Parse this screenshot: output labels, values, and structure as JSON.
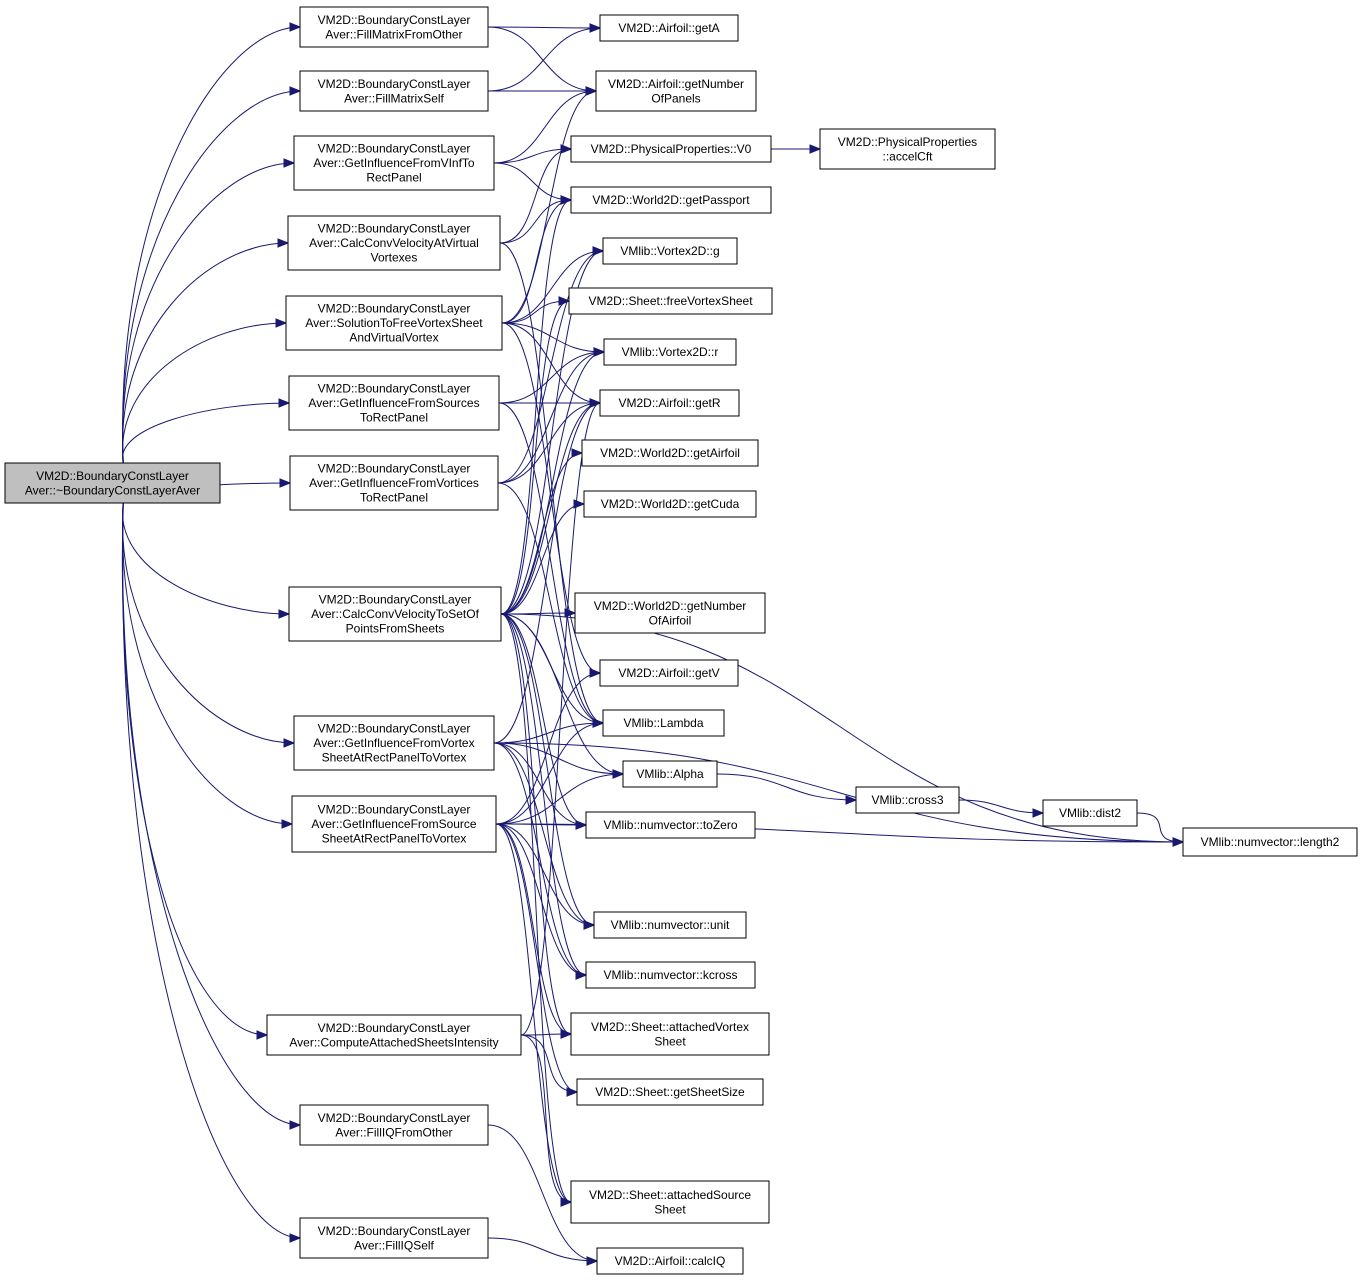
{
  "graph": {
    "root": "root",
    "colors": {
      "edge": "#191970",
      "node_fill": "#ffffff",
      "root_fill": "#bfbfbf",
      "node_border": "#000000"
    },
    "nodes": [
      {
        "id": "root",
        "lines": [
          "VM2D::BoundaryConstLayer",
          "Aver::~BoundaryConstLayerAver"
        ]
      },
      {
        "id": "fillMatrixFromOther",
        "lines": [
          "VM2D::BoundaryConstLayer",
          "Aver::FillMatrixFromOther"
        ]
      },
      {
        "id": "fillMatrixSelf",
        "lines": [
          "VM2D::BoundaryConstLayer",
          "Aver::FillMatrixSelf"
        ]
      },
      {
        "id": "getInfluenceFromVInfToRectPanel",
        "lines": [
          "VM2D::BoundaryConstLayer",
          "Aver::GetInfluenceFromVInfTo",
          "RectPanel"
        ]
      },
      {
        "id": "calcConvVelocityAtVirtualVortexes",
        "lines": [
          "VM2D::BoundaryConstLayer",
          "Aver::CalcConvVelocityAtVirtual",
          "Vortexes"
        ]
      },
      {
        "id": "solutionToFreeVortexSheet",
        "lines": [
          "VM2D::BoundaryConstLayer",
          "Aver::SolutionToFreeVortexSheet",
          "AndVirtualVortex"
        ]
      },
      {
        "id": "getInfluenceFromSources",
        "lines": [
          "VM2D::BoundaryConstLayer",
          "Aver::GetInfluenceFromSources",
          "ToRectPanel"
        ]
      },
      {
        "id": "getInfluenceFromVortices",
        "lines": [
          "VM2D::BoundaryConstLayer",
          "Aver::GetInfluenceFromVortices",
          "ToRectPanel"
        ]
      },
      {
        "id": "calcConvVelocityToSetOfPoints",
        "lines": [
          "VM2D::BoundaryConstLayer",
          "Aver::CalcConvVelocityToSetOf",
          "PointsFromSheets"
        ]
      },
      {
        "id": "getInfluenceFromVortexSheet",
        "lines": [
          "VM2D::BoundaryConstLayer",
          "Aver::GetInfluenceFromVortex",
          "SheetAtRectPanelToVortex"
        ]
      },
      {
        "id": "getInfluenceFromSourceSheet",
        "lines": [
          "VM2D::BoundaryConstLayer",
          "Aver::GetInfluenceFromSource",
          "SheetAtRectPanelToVortex"
        ]
      },
      {
        "id": "computeAttachedSheetsIntensity",
        "lines": [
          "VM2D::BoundaryConstLayer",
          "Aver::ComputeAttachedSheetsIntensity"
        ]
      },
      {
        "id": "fillIQFromOther",
        "lines": [
          "VM2D::BoundaryConstLayer",
          "Aver::FillIQFromOther"
        ]
      },
      {
        "id": "fillIQSelf",
        "lines": [
          "VM2D::BoundaryConstLayer",
          "Aver::FillIQSelf"
        ]
      },
      {
        "id": "airfoilGetA",
        "lines": [
          "VM2D::Airfoil::getA"
        ]
      },
      {
        "id": "airfoilGetNumberOfPanels",
        "lines": [
          "VM2D::Airfoil::getNumber",
          "OfPanels"
        ]
      },
      {
        "id": "physPropV0",
        "lines": [
          "VM2D::PhysicalProperties::V0"
        ]
      },
      {
        "id": "physPropAccelCft",
        "lines": [
          "VM2D::PhysicalProperties",
          "::accelCft"
        ]
      },
      {
        "id": "worldGetPassport",
        "lines": [
          "VM2D::World2D::getPassport"
        ]
      },
      {
        "id": "vortexG",
        "lines": [
          "VMlib::Vortex2D::g"
        ]
      },
      {
        "id": "sheetFreeVortexSheet",
        "lines": [
          "VM2D::Sheet::freeVortexSheet"
        ]
      },
      {
        "id": "vortexR",
        "lines": [
          "VMlib::Vortex2D::r"
        ]
      },
      {
        "id": "airfoilGetR",
        "lines": [
          "VM2D::Airfoil::getR"
        ]
      },
      {
        "id": "worldGetAirfoil",
        "lines": [
          "VM2D::World2D::getAirfoil"
        ]
      },
      {
        "id": "worldGetCuda",
        "lines": [
          "VM2D::World2D::getCuda"
        ]
      },
      {
        "id": "worldGetNumberOfAirfoil",
        "lines": [
          "VM2D::World2D::getNumber",
          "OfAirfoil"
        ]
      },
      {
        "id": "airfoilGetV",
        "lines": [
          "VM2D::Airfoil::getV"
        ]
      },
      {
        "id": "lambda",
        "lines": [
          "VMlib::Lambda"
        ]
      },
      {
        "id": "alpha",
        "lines": [
          "VMlib::Alpha"
        ]
      },
      {
        "id": "cross3",
        "lines": [
          "VMlib::cross3"
        ]
      },
      {
        "id": "dist2",
        "lines": [
          "VMlib::dist2"
        ]
      },
      {
        "id": "length2",
        "lines": [
          "VMlib::numvector::length2"
        ]
      },
      {
        "id": "toZero",
        "lines": [
          "VMlib::numvector::toZero"
        ]
      },
      {
        "id": "unit",
        "lines": [
          "VMlib::numvector::unit"
        ]
      },
      {
        "id": "kcross",
        "lines": [
          "VMlib::numvector::kcross"
        ]
      },
      {
        "id": "attachedVortexSheet",
        "lines": [
          "VM2D::Sheet::attachedVortex",
          "Sheet"
        ]
      },
      {
        "id": "getSheetSize",
        "lines": [
          "VM2D::Sheet::getSheetSize"
        ]
      },
      {
        "id": "attachedSourceSheet",
        "lines": [
          "VM2D::Sheet::attachedSource",
          "Sheet"
        ]
      },
      {
        "id": "calcIQ",
        "lines": [
          "VM2D::Airfoil::calcIQ"
        ]
      }
    ],
    "edges": [
      [
        "root",
        "fillMatrixFromOther"
      ],
      [
        "root",
        "fillMatrixSelf"
      ],
      [
        "root",
        "getInfluenceFromVInfToRectPanel"
      ],
      [
        "root",
        "calcConvVelocityAtVirtualVortexes"
      ],
      [
        "root",
        "solutionToFreeVortexSheet"
      ],
      [
        "root",
        "getInfluenceFromSources"
      ],
      [
        "root",
        "getInfluenceFromVortices"
      ],
      [
        "root",
        "calcConvVelocityToSetOfPoints"
      ],
      [
        "root",
        "getInfluenceFromVortexSheet"
      ],
      [
        "root",
        "getInfluenceFromSourceSheet"
      ],
      [
        "root",
        "computeAttachedSheetsIntensity"
      ],
      [
        "root",
        "fillIQFromOther"
      ],
      [
        "root",
        "fillIQSelf"
      ],
      [
        "fillMatrixFromOther",
        "airfoilGetA"
      ],
      [
        "fillMatrixFromOther",
        "airfoilGetNumberOfPanels"
      ],
      [
        "fillMatrixSelf",
        "airfoilGetA"
      ],
      [
        "fillMatrixSelf",
        "airfoilGetNumberOfPanels"
      ],
      [
        "getInfluenceFromVInfToRectPanel",
        "airfoilGetNumberOfPanels"
      ],
      [
        "getInfluenceFromVInfToRectPanel",
        "physPropV0"
      ],
      [
        "getInfluenceFromVInfToRectPanel",
        "worldGetPassport"
      ],
      [
        "physPropV0",
        "physPropAccelCft"
      ],
      [
        "calcConvVelocityAtVirtualVortexes",
        "physPropV0"
      ],
      [
        "calcConvVelocityAtVirtualVortexes",
        "worldGetPassport"
      ],
      [
        "calcConvVelocityAtVirtualVortexes",
        "lambda"
      ],
      [
        "solutionToFreeVortexSheet",
        "airfoilGetNumberOfPanels"
      ],
      [
        "solutionToFreeVortexSheet",
        "worldGetPassport"
      ],
      [
        "solutionToFreeVortexSheet",
        "vortexG"
      ],
      [
        "solutionToFreeVortexSheet",
        "sheetFreeVortexSheet"
      ],
      [
        "solutionToFreeVortexSheet",
        "vortexR"
      ],
      [
        "solutionToFreeVortexSheet",
        "airfoilGetR"
      ],
      [
        "solutionToFreeVortexSheet",
        "airfoilGetV"
      ],
      [
        "getInfluenceFromSources",
        "vortexR"
      ],
      [
        "getInfluenceFromSources",
        "airfoilGetR"
      ],
      [
        "getInfluenceFromSources",
        "lambda"
      ],
      [
        "getInfluenceFromVortices",
        "vortexG"
      ],
      [
        "getInfluenceFromVortices",
        "vortexR"
      ],
      [
        "getInfluenceFromVortices",
        "airfoilGetR"
      ],
      [
        "getInfluenceFromVortices",
        "lambda"
      ],
      [
        "calcConvVelocityToSetOfPoints",
        "worldGetPassport"
      ],
      [
        "calcConvVelocityToSetOfPoints",
        "vortexG"
      ],
      [
        "calcConvVelocityToSetOfPoints",
        "sheetFreeVortexSheet"
      ],
      [
        "calcConvVelocityToSetOfPoints",
        "vortexR"
      ],
      [
        "calcConvVelocityToSetOfPoints",
        "airfoilGetR"
      ],
      [
        "calcConvVelocityToSetOfPoints",
        "worldGetAirfoil"
      ],
      [
        "calcConvVelocityToSetOfPoints",
        "worldGetCuda"
      ],
      [
        "calcConvVelocityToSetOfPoints",
        "worldGetNumberOfAirfoil"
      ],
      [
        "calcConvVelocityToSetOfPoints",
        "length2"
      ],
      [
        "calcConvVelocityToSetOfPoints",
        "lambda"
      ],
      [
        "calcConvVelocityToSetOfPoints",
        "alpha"
      ],
      [
        "calcConvVelocityToSetOfPoints",
        "toZero"
      ],
      [
        "calcConvVelocityToSetOfPoints",
        "unit"
      ],
      [
        "calcConvVelocityToSetOfPoints",
        "kcross"
      ],
      [
        "calcConvVelocityToSetOfPoints",
        "attachedVortexSheet"
      ],
      [
        "calcConvVelocityToSetOfPoints",
        "attachedSourceSheet"
      ],
      [
        "getInfluenceFromVortexSheet",
        "airfoilGetR"
      ],
      [
        "getInfluenceFromVortexSheet",
        "lambda"
      ],
      [
        "getInfluenceFromVortexSheet",
        "alpha"
      ],
      [
        "getInfluenceFromVortexSheet",
        "toZero"
      ],
      [
        "getInfluenceFromVortexSheet",
        "unit"
      ],
      [
        "getInfluenceFromVortexSheet",
        "kcross"
      ],
      [
        "getInfluenceFromVortexSheet",
        "length2"
      ],
      [
        "getInfluenceFromSourceSheet",
        "airfoilGetV"
      ],
      [
        "getInfluenceFromSourceSheet",
        "lambda"
      ],
      [
        "getInfluenceFromSourceSheet",
        "alpha"
      ],
      [
        "getInfluenceFromSourceSheet",
        "toZero"
      ],
      [
        "getInfluenceFromSourceSheet",
        "unit"
      ],
      [
        "getInfluenceFromSourceSheet",
        "kcross"
      ],
      [
        "getInfluenceFromSourceSheet",
        "attachedVortexSheet"
      ],
      [
        "getInfluenceFromSourceSheet",
        "getSheetSize"
      ],
      [
        "getInfluenceFromSourceSheet",
        "attachedSourceSheet"
      ],
      [
        "getInfluenceFromSourceSheet",
        "length2"
      ],
      [
        "alpha",
        "cross3"
      ],
      [
        "cross3",
        "dist2"
      ],
      [
        "dist2",
        "length2"
      ],
      [
        "computeAttachedSheetsIntensity",
        "airfoilGetR"
      ],
      [
        "computeAttachedSheetsIntensity",
        "attachedVortexSheet"
      ],
      [
        "computeAttachedSheetsIntensity",
        "getSheetSize"
      ],
      [
        "computeAttachedSheetsIntensity",
        "attachedSourceSheet"
      ],
      [
        "fillIQFromOther",
        "calcIQ"
      ],
      [
        "fillIQSelf",
        "calcIQ"
      ]
    ]
  }
}
